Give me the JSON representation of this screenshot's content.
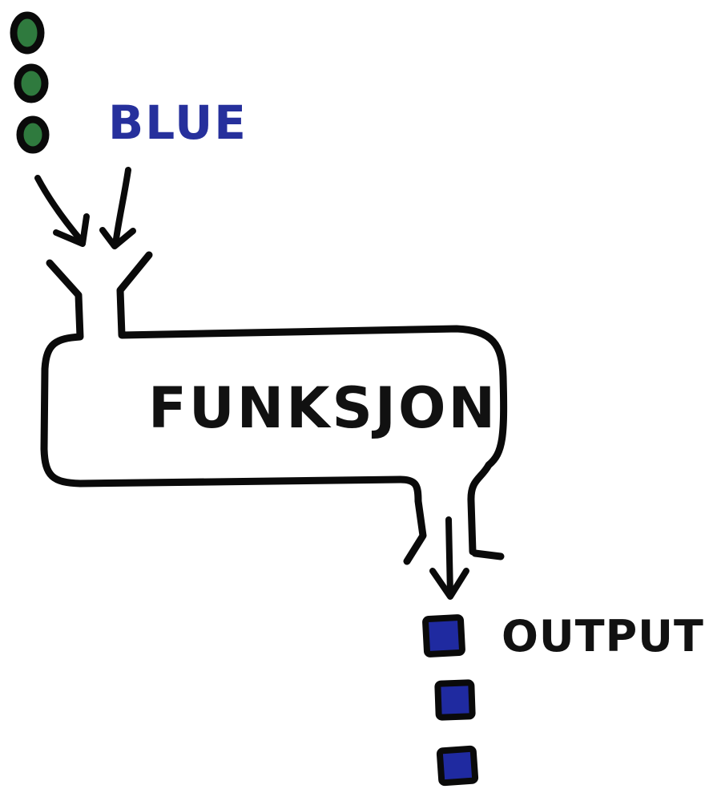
{
  "labels": {
    "param": "BLUE",
    "function": "FUNKSJON",
    "output": "OUTPUT"
  },
  "inputs": {
    "count": 3,
    "color": "#2f7a3e",
    "shape": "dot"
  },
  "outputs": {
    "count": 3,
    "color": "#1f2aa0",
    "shape": "square"
  },
  "colors": {
    "stroke": "#0a0a0a",
    "param_text": "#26309c",
    "text": "#111111"
  }
}
